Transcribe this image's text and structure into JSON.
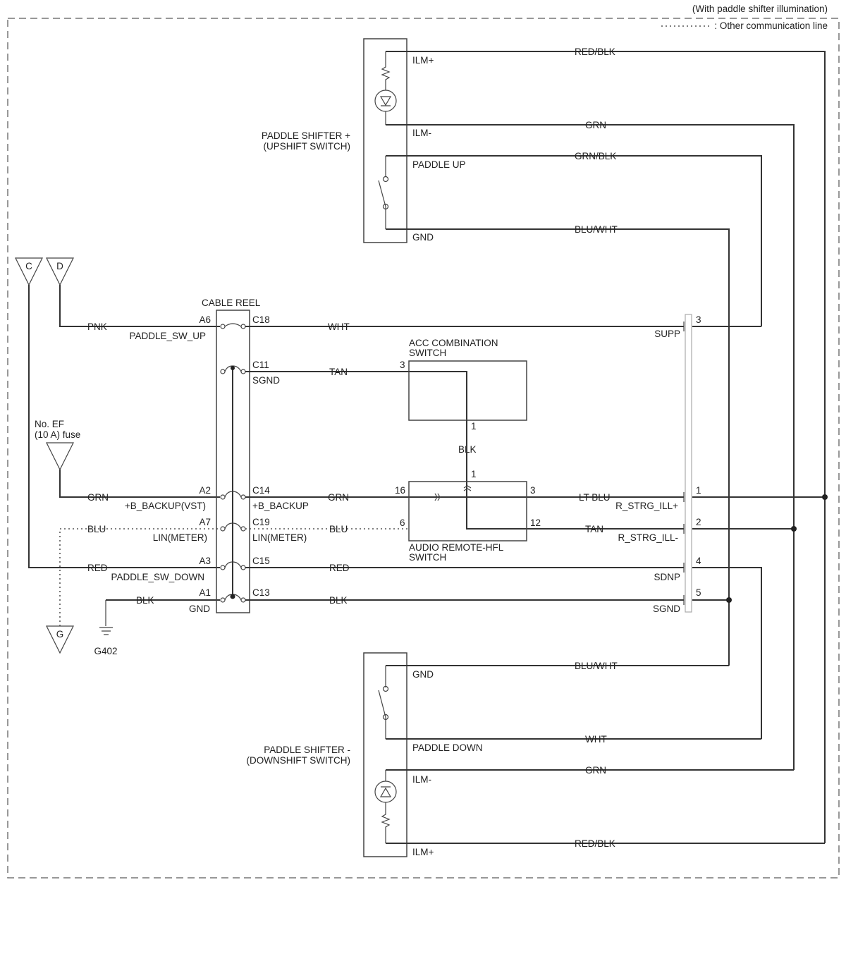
{
  "header": {
    "variant": "(With paddle shifter illumination)",
    "legend": ": Other communication line"
  },
  "components": {
    "upshift": {
      "line1": "PADDLE SHIFTER +",
      "line2": "(UPSHIFT SWITCH)"
    },
    "downshift": {
      "line1": "PADDLE SHIFTER -",
      "line2": "(DOWNSHIFT SWITCH)"
    },
    "cable_reel": "CABLE REEL",
    "acc_switch": {
      "line1": "ACC COMBINATION",
      "line2": "SWITCH"
    },
    "audio_switch": {
      "line1": "AUDIO REMOTE-HFL",
      "line2": "SWITCH"
    },
    "fuse": {
      "line1": "No. EF",
      "line2": "(10 A) fuse"
    },
    "ground": "G402"
  },
  "terminals": {
    "c": "C",
    "d": "D",
    "g": "G"
  },
  "upshift_pins": {
    "ilm_plus": "ILM+",
    "ilm_minus": "ILM-",
    "paddle_up": "PADDLE UP",
    "gnd": "GND"
  },
  "downshift_pins": {
    "gnd": "GND",
    "paddle_down": "PADDLE DOWN",
    "ilm_minus": "ILM-",
    "ilm_plus": "ILM+"
  },
  "reel_pins": {
    "a6": "A6",
    "a2": "A2",
    "a7": "A7",
    "a3": "A3",
    "a1": "A1",
    "c18": "C18",
    "c11": "C11",
    "c14": "C14",
    "c19": "C19",
    "c15": "C15",
    "c13": "C13"
  },
  "reel_signals": {
    "paddle_sw_up": "PADDLE_SW_UP",
    "b_backup_vst": "+B_BACKUP(VST)",
    "lin_meter_left": "LIN(METER)",
    "paddle_sw_down": "PADDLE_SW_DOWN",
    "gnd": "GND",
    "sgnd": "SGND",
    "b_backup": "+B_BACKUP",
    "lin_meter_right": "LIN(METER)"
  },
  "right_connector": {
    "pins": [
      "3",
      "1",
      "2",
      "4",
      "5"
    ],
    "signals": {
      "supp": "SUPP",
      "r_strg_ill_plus": "R_STRG_ILL+",
      "r_strg_ill_minus": "R_STRG_ILL-",
      "sdnp": "SDNP",
      "sgnd": "SGND"
    }
  },
  "switch_pins": {
    "acc_3": "3",
    "acc_1": "1",
    "audio_1": "1",
    "audio_16": "16",
    "audio_3": "3",
    "audio_6": "6",
    "audio_12": "12"
  },
  "wire_colors": {
    "up_ilm_plus": "RED/BLK",
    "up_ilm_minus": "GRN",
    "up_paddle": "GRN/BLK",
    "up_gnd": "BLU/WHT",
    "pnk": "PNK",
    "grn_left": "GRN",
    "blu_left": "BLU",
    "red_left": "RED",
    "blk_left": "BLK",
    "wht": "WHT",
    "tan": "TAN",
    "grn_mid": "GRN",
    "blu_mid": "BLU",
    "red_mid": "RED",
    "blk_mid": "BLK",
    "blk_vertical": "BLK",
    "lt_blu": "LT BLU",
    "tan_right": "TAN",
    "dn_gnd": "BLU/WHT",
    "dn_paddle": "WHT",
    "dn_ilm_minus": "GRN",
    "dn_ilm_plus": "RED/BLK"
  }
}
